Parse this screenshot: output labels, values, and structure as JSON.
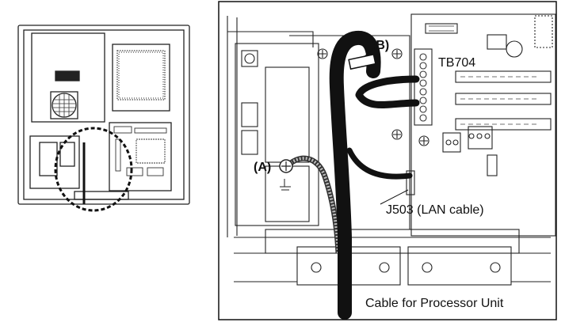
{
  "figure": {
    "labels": {
      "callout_a": "(A)",
      "callout_b": "(B)",
      "terminal": "TB704",
      "connector": "J503 (LAN cable)",
      "cable": "Cable for Processor Unit"
    }
  }
}
